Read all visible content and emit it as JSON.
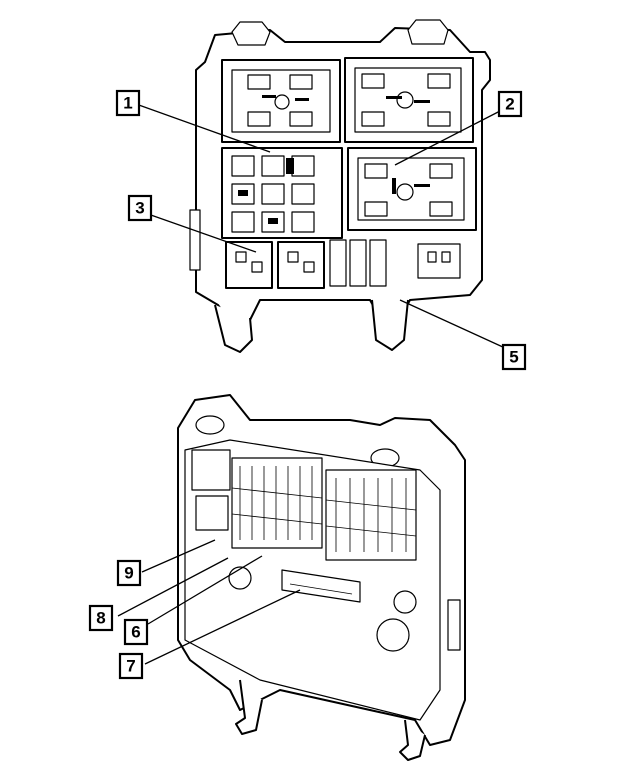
{
  "callouts": [
    {
      "id": "1",
      "label": "1"
    },
    {
      "id": "2",
      "label": "2"
    },
    {
      "id": "3",
      "label": "3"
    },
    {
      "id": "5",
      "label": "5"
    },
    {
      "id": "9",
      "label": "9"
    },
    {
      "id": "8",
      "label": "8"
    },
    {
      "id": "6",
      "label": "6"
    },
    {
      "id": "7",
      "label": "7"
    }
  ],
  "colors": {
    "line": "#000000",
    "background": "#ffffff"
  }
}
